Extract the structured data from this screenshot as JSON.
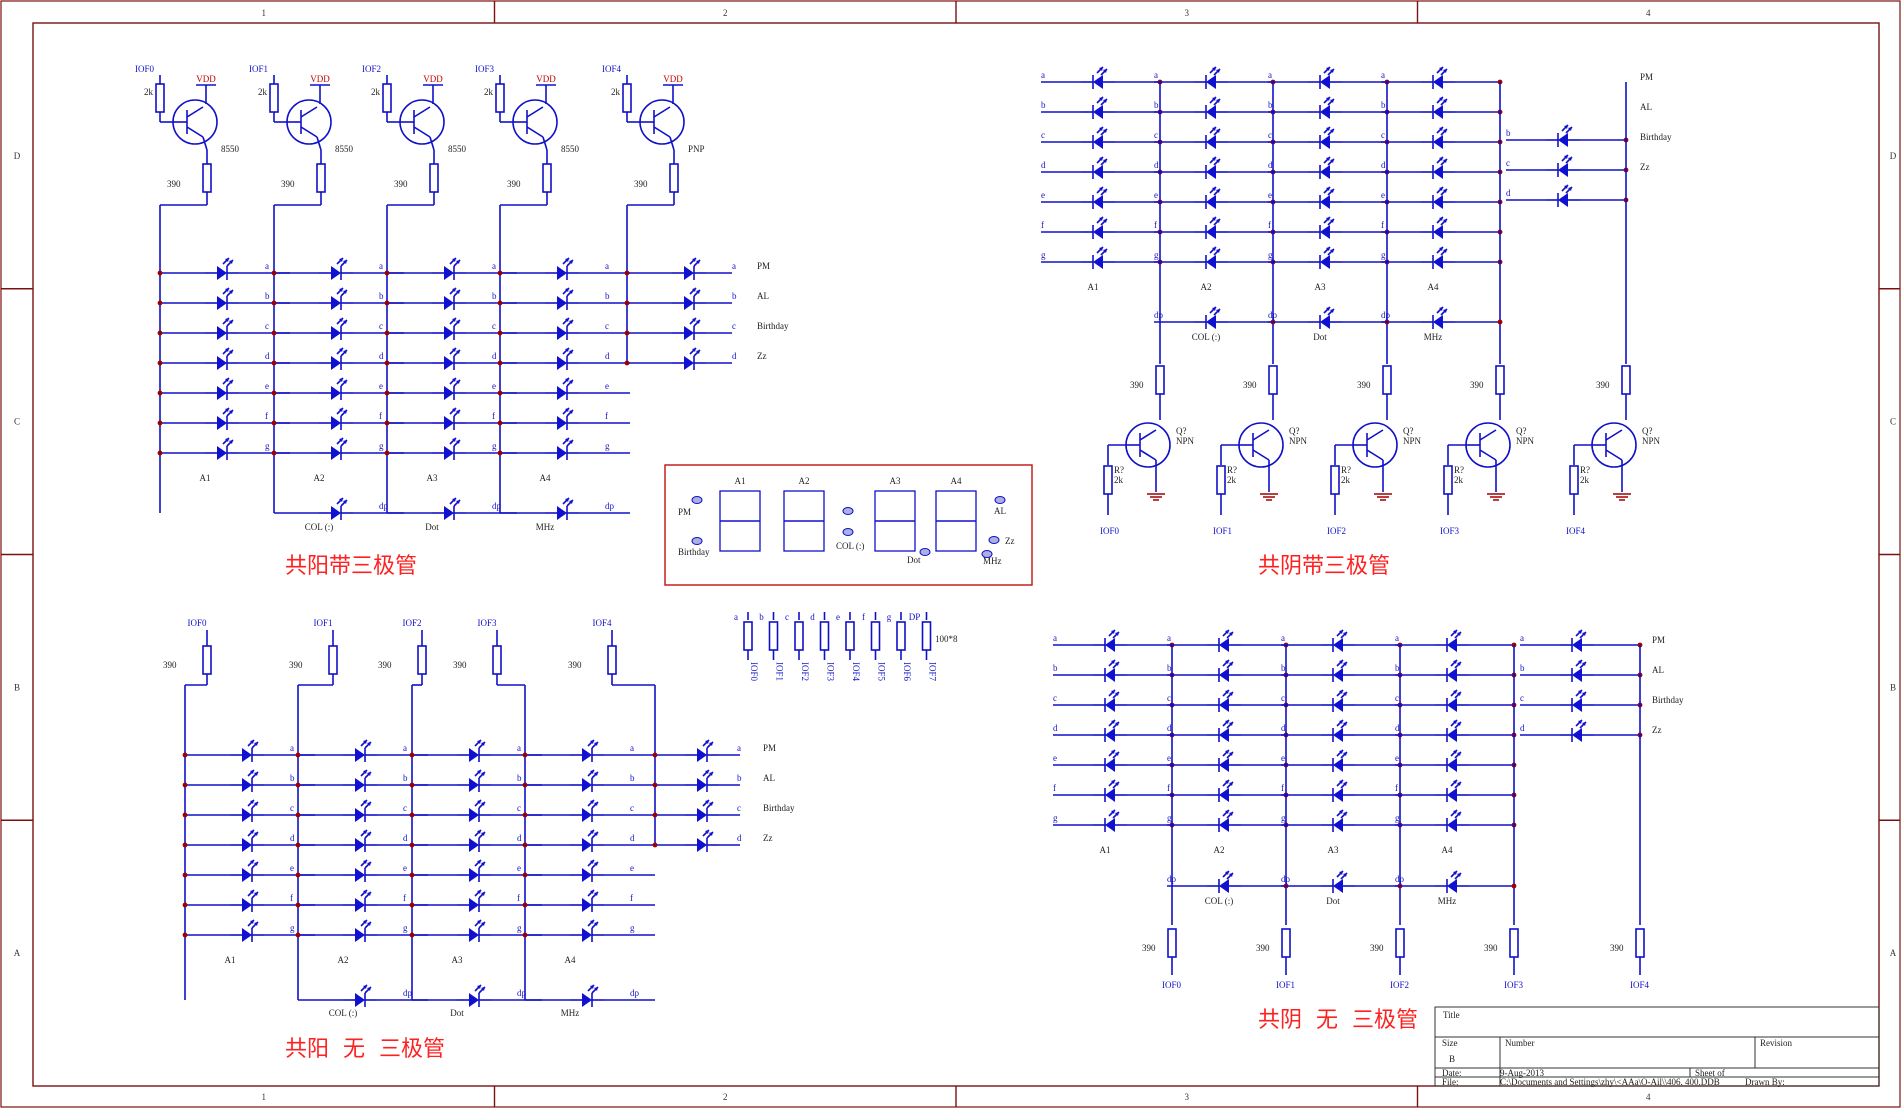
{
  "zones": {
    "columns": [
      "1",
      "2",
      "3",
      "4"
    ],
    "rows": [
      "D",
      "C",
      "B",
      "A"
    ]
  },
  "blocks": {
    "common_anode_with_transistor": "共阳带三极管",
    "common_cathode_with_transistor": "共阴带三极管",
    "common_anode_no_transistor": "共阳  无  三极管",
    "common_cathode_no_transistor": "共阴  无  三极管"
  },
  "nets": {
    "vdd": "VDD",
    "iof": [
      "IOF0",
      "IOF1",
      "IOF2",
      "IOF3",
      "IOF4"
    ],
    "iof_bus": [
      "IOF0",
      "IOF1",
      "IOF2",
      "IOF3",
      "IOF4",
      "IOF5",
      "IOF6",
      "IOF7"
    ],
    "segments": [
      "a",
      "b",
      "c",
      "d",
      "e",
      "f",
      "g"
    ],
    "bus_segments": [
      "a",
      "b",
      "c",
      "d",
      "e",
      "f",
      "g",
      "DP"
    ],
    "indicator_segments": [
      "a",
      "b",
      "c",
      "d"
    ],
    "dp": "dp"
  },
  "parts": {
    "base_resistor": "2k",
    "series_resistor": "390",
    "pnp_4": "8550",
    "pnp_5": "PNP",
    "npn": "NPN",
    "npn_ref": "Q?",
    "r_ref": "R?",
    "bus_resistor": "100*8"
  },
  "digits": {
    "groups": [
      "A1",
      "A2",
      "A3",
      "A4"
    ],
    "dp_labels": [
      "COL (:)",
      "Dot",
      "MHz"
    ],
    "indicators": [
      "PM",
      "AL",
      "Birthday",
      "Zz"
    ]
  },
  "display_panel": {
    "digits": [
      "A1",
      "A2",
      "A3",
      "A4"
    ],
    "left_labels": [
      "PM",
      "Birthday"
    ],
    "colon_label": "COL (:)",
    "dot_label": "Dot",
    "right_labels": [
      "AL",
      "Zz",
      "MHz"
    ]
  },
  "title_block": {
    "title_label": "Title",
    "size_label": "Size",
    "size_value": "B",
    "number_label": "Number",
    "revision_label": "Revision",
    "date_label": "Date:",
    "date_value": "9-Aug-2013",
    "sheet_label": "Sheet    of",
    "file_label": "File:",
    "file_value": "C:\\Documents and Settings\\zhy\\<AAa\\O-Ail\\\\406. 400.DDB",
    "drawn_label": "Drawn By:"
  }
}
